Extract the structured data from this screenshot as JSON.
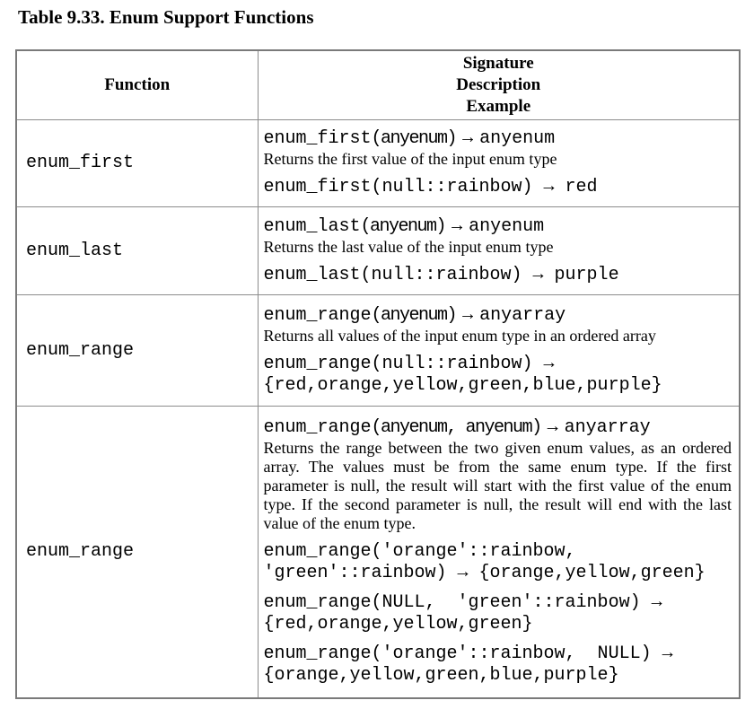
{
  "page": {
    "title": "Table 9.33. Enum Support Functions"
  },
  "table": {
    "header": {
      "function_col": "Function",
      "detail_col_lines": [
        "Signature",
        "Description",
        "Example"
      ]
    },
    "arrow": "→",
    "rows": [
      {
        "function": "enum_first",
        "sig": {
          "name": "enum_first",
          "params": "(anyenum)",
          "ret": "anyenum"
        },
        "description": "Returns the first value of the input enum type",
        "examples": [
          "enum_first(null::rainbow) → red"
        ]
      },
      {
        "function": "enum_last",
        "sig": {
          "name": "enum_last",
          "params": "(anyenum)",
          "ret": "anyenum"
        },
        "description": "Returns the last value of the input enum type",
        "examples": [
          "enum_last(null::rainbow) → purple"
        ]
      },
      {
        "function": "enum_range",
        "sig": {
          "name": "enum_range",
          "params": "(anyenum)",
          "ret": "anyarray"
        },
        "description": "Returns all values of the input enum type in an ordered array",
        "examples": [
          "enum_range(null::rainbow) → {red,orange,yellow,green,blue,purple}"
        ]
      },
      {
        "function": "enum_range",
        "sig": {
          "name": "enum_range",
          "params": "(anyenum, anyenum)",
          "ret": "anyarray"
        },
        "description": "Returns the range between the two given enum values, as an ordered array. The values must be from the same enum type. If the first parameter is null, the result will start with the first value of the enum type. If the second parameter is null, the result will end with the last value of the enum type.",
        "examples": [
          "enum_range('orange'::rainbow, 'green'::rainbow) → {orange,yellow,green}",
          "enum_range(NULL,  'green'::rainbow) → {red,orange,yellow,green}",
          "enum_range('orange'::rainbow,  NULL) → {orange,yellow,green,blue,purple}"
        ]
      }
    ]
  }
}
